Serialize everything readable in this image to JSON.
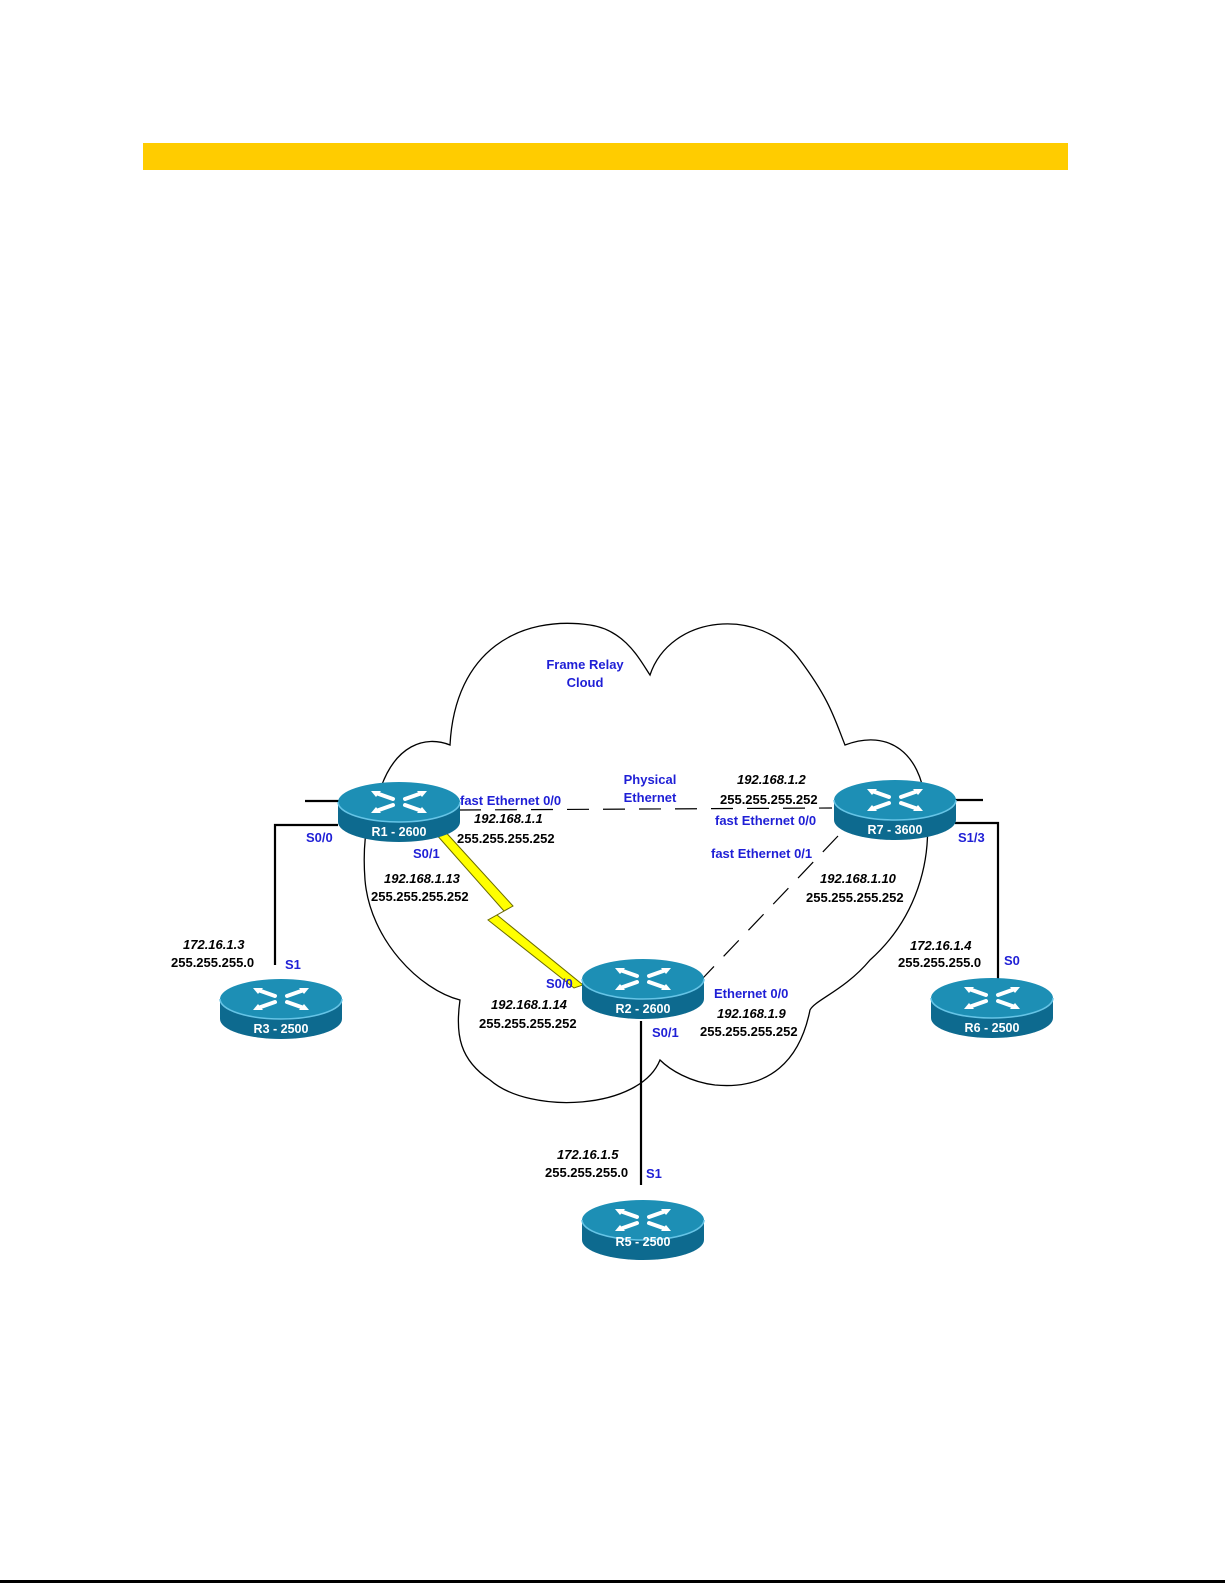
{
  "colors": {
    "banner": "#ffcc00",
    "router": "#1d8fb5",
    "router_dark": "#0d6a8f",
    "serial_link": "#ffff00",
    "interface_label": "#1f1fd6"
  },
  "cloud": {
    "line1": "Frame Relay",
    "line2": "Cloud"
  },
  "physical": {
    "line1": "Physical",
    "line2": "Ethernet"
  },
  "routers": {
    "r1": {
      "label": "R1 - 2600",
      "icon": "router-icon"
    },
    "r7": {
      "label": "R7 - 3600",
      "icon": "router-icon"
    },
    "r2": {
      "label": "R2 - 2600",
      "icon": "router-icon"
    },
    "r3": {
      "label": "R3 - 2500",
      "icon": "router-icon"
    },
    "r6": {
      "label": "R6 - 2500",
      "icon": "router-icon"
    },
    "r5": {
      "label": "R5 - 2500",
      "icon": "router-icon"
    }
  },
  "labels": {
    "r1_fe00": "fast Ethernet 0/0",
    "r1_fe00_ip": "192.168.1.1",
    "r1_fe00_mask": "255.255.255.252",
    "r1_s00": "S0/0",
    "r1_s01": "S0/1",
    "r1_s01_ip": "192.168.1.13",
    "r1_s01_mask": "255.255.255.252",
    "r7_fe00_ip": "192.168.1.2",
    "r7_fe00_mask": "255.255.255.252",
    "r7_fe00": "fast Ethernet 0/0",
    "r7_fe01": "fast Ethernet 0/1",
    "r7_fe01_ip": "192.168.1.10",
    "r7_fe01_mask": "255.255.255.252",
    "r7_s13": "S1/3",
    "r3_ip": "172.16.1.3",
    "r3_mask": "255.255.255.0",
    "r3_s1": "S1",
    "r6_ip": "172.16.1.4",
    "r6_mask": "255.255.255.0",
    "r6_s0": "S0",
    "r2_s00": "S0/0",
    "r2_s00_ip": "192.168.1.14",
    "r2_s00_mask": "255.255.255.252",
    "r2_e00": "Ethernet 0/0",
    "r2_e00_ip": "192.168.1.9",
    "r2_e00_mask": "255.255.255.252",
    "r2_s01": "S0/1",
    "r5_ip": "172.16.1.5",
    "r5_mask": "255.255.255.0",
    "r5_s1": "S1"
  }
}
